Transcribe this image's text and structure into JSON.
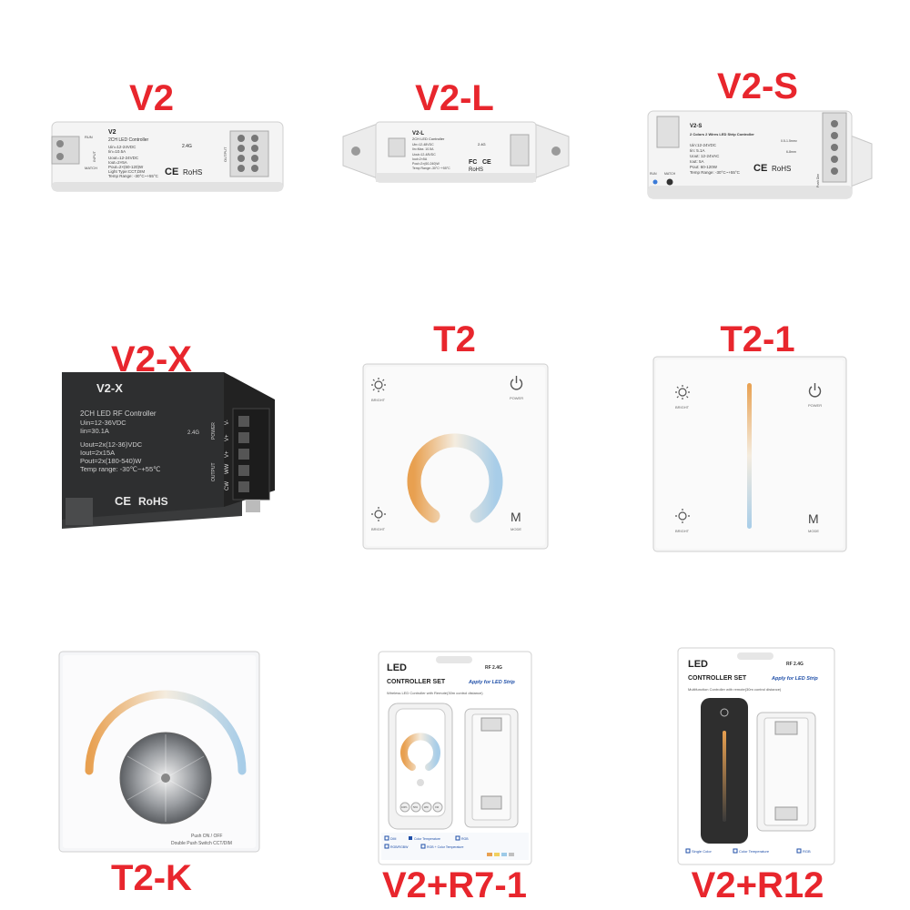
{
  "products": [
    {
      "title": "V2",
      "device": {
        "model": "V2",
        "name": "2CH LED Controller",
        "specs": [
          "Uin=12-24VDC",
          "Iin=10.5A",
          "Uout=12-24VDC",
          "Iout=2×5A",
          "Pout=2×(60-120)W",
          "Light Type:CCT,DIM",
          "Temp Range: -30°C~+55°C"
        ],
        "left_labels": [
          "RUN",
          "MATCH",
          "INPUT"
        ],
        "right_label": "OUTPUT",
        "rf": "2.4G",
        "ce": "CE",
        "rohs": "RoHS"
      }
    },
    {
      "title": "V2-L",
      "device": {
        "model": "V2-L",
        "name": "2CH LED Controller",
        "specs": [
          "Uin=12-48VDC",
          "Iin=Max. 10.5A",
          "Uout=12-48VDC",
          "Iout=2×5A",
          "Pout=2×(60-240)W",
          "Temp Range:-30°C~+55°C"
        ],
        "rf": "2.4G",
        "fc": "FC",
        "ce": "CE",
        "rohs": "RoHS"
      }
    },
    {
      "title": "V2-S",
      "device": {
        "model": "V2-S",
        "name": "2 Colors 2 Wires LED Strip Controller",
        "specs": [
          "Uin:12-24VDC",
          "Iin: 5.1A",
          "Uout: 12-24VAC",
          "Iout: 5A",
          "Pout: 60-120W",
          "Temp Range: -30°C~+55°C"
        ],
        "left_labels": [
          "RUN",
          "MATCH"
        ],
        "wire_size": "0.5-1.5mm²",
        "strip_length": "6-8mm",
        "ce": "CE",
        "rohs": "RoHS",
        "push_label": "Push Dim"
      }
    },
    {
      "title": "V2-X",
      "device": {
        "model": "V2-X",
        "name": "2CH LED RF Controller",
        "specs": [
          "Uin=12-36VDC",
          "Iin=30.1A",
          "Uout=2x(12-36)VDC",
          "Iout=2x15A",
          "Pout=2x(180-540)W",
          "Temp range: -30℃~+55℃"
        ],
        "rf": "2.4G",
        "ce": "CE",
        "rohs": "RoHS",
        "right_labels": [
          "POWER",
          "OUTPUT"
        ],
        "terminals": [
          "V-",
          "V+",
          "V+",
          "WW",
          "CW"
        ]
      }
    },
    {
      "title": "T2",
      "device": {
        "top_left": "BRIGHT",
        "top_right": "POWER",
        "bottom_left": "BRIGHT",
        "bottom_right": "MODE",
        "mode_letter": "M"
      }
    },
    {
      "title": "T2-1",
      "device": {
        "top_left": "BRIGHT",
        "top_right": "POWER",
        "bottom_left": "BRIGHT",
        "bottom_right": "MODE",
        "mode_letter": "M"
      }
    },
    {
      "title": "T2-K",
      "device": {
        "caption_1": "Push ON / OFF",
        "caption_2": "Double Push Switch CCT/DIM"
      }
    },
    {
      "title": "V2+R7-1",
      "device": {
        "brand": "LED",
        "set": "CONTROLLER SET",
        "tagline": "Apply for LED Strip",
        "rf": "RF 2.4G",
        "sub": "Wireless LED Controller with Remote(30m control distance)",
        "options": [
          "DIM",
          "Color Temperature",
          "RGB",
          "RGB/RGBW",
          "RGB + Color Temperature"
        ],
        "remote_buttons": [
          "100%",
          "50%",
          "WW",
          "CW"
        ]
      }
    },
    {
      "title": "V2+R12",
      "device": {
        "brand": "LED",
        "set": "CONTROLLER SET",
        "tagline": "Apply for LED Strip",
        "rf": "RF 2.4G",
        "sub": "Multifunction Controller with remote(30m control distance)",
        "options": [
          "Single Color",
          "Color Temperature",
          "RGB"
        ]
      }
    }
  ],
  "colors": {
    "title": "#e8262d",
    "warm": "#e8a050",
    "cool": "#a8cde8"
  }
}
